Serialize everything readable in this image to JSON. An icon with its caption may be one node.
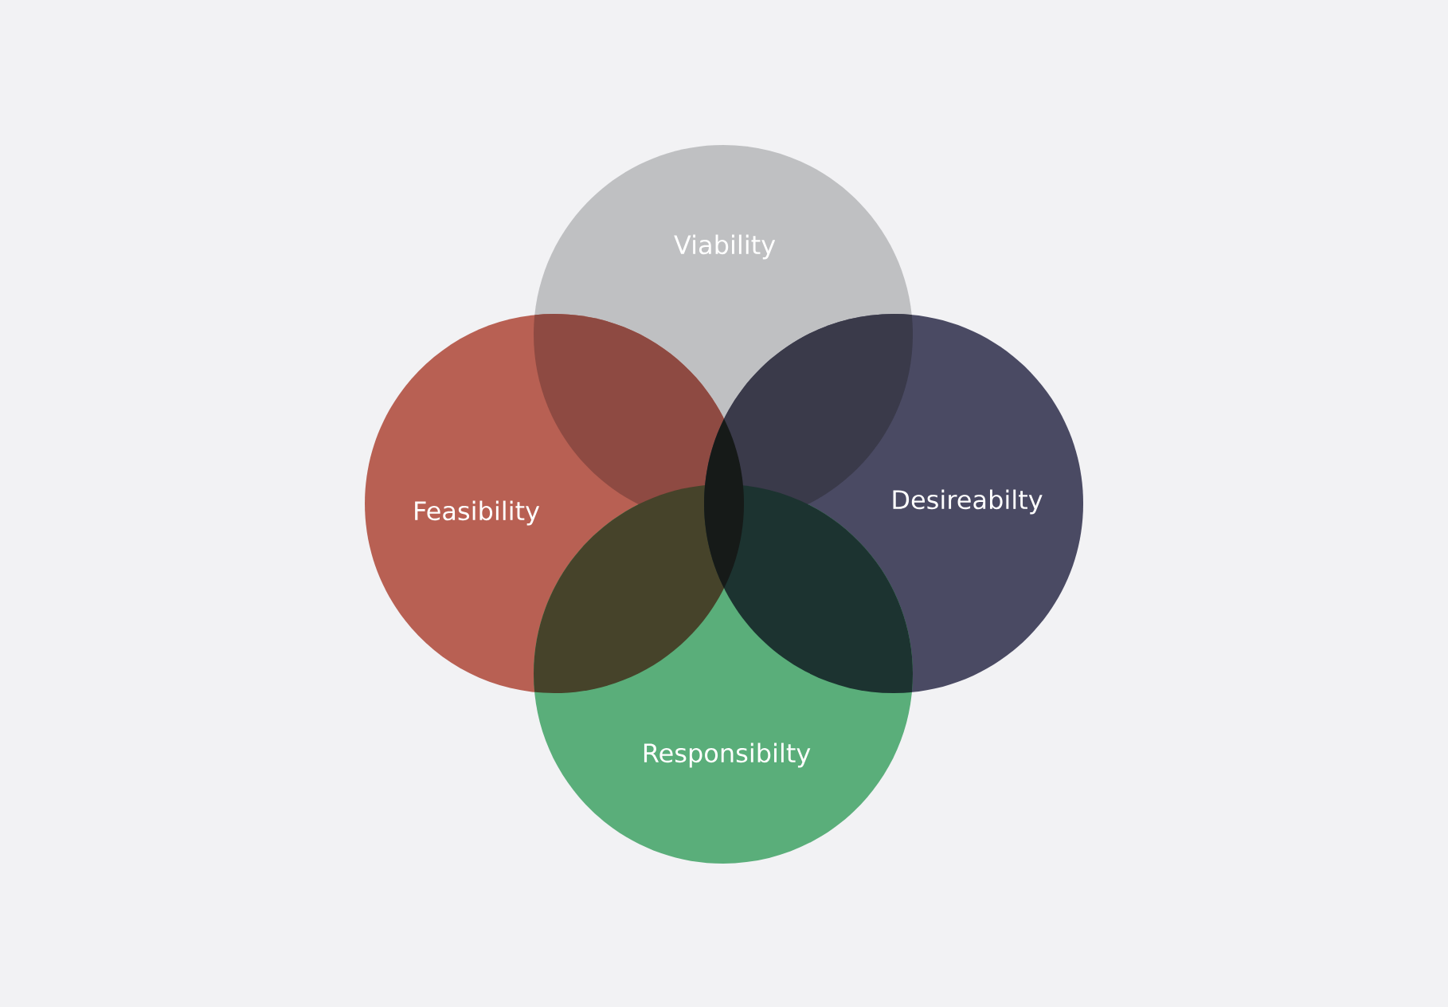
{
  "diagram": {
    "nodes": [
      {
        "text": [
          "Viability"
        ]
      },
      {
        "text": [
          "Feasibility"
        ]
      },
      {
        "text": [
          "Desireabilty"
        ]
      },
      {
        "text": [
          "Responsibilty"
        ]
      }
    ],
    "edges": []
  }
}
